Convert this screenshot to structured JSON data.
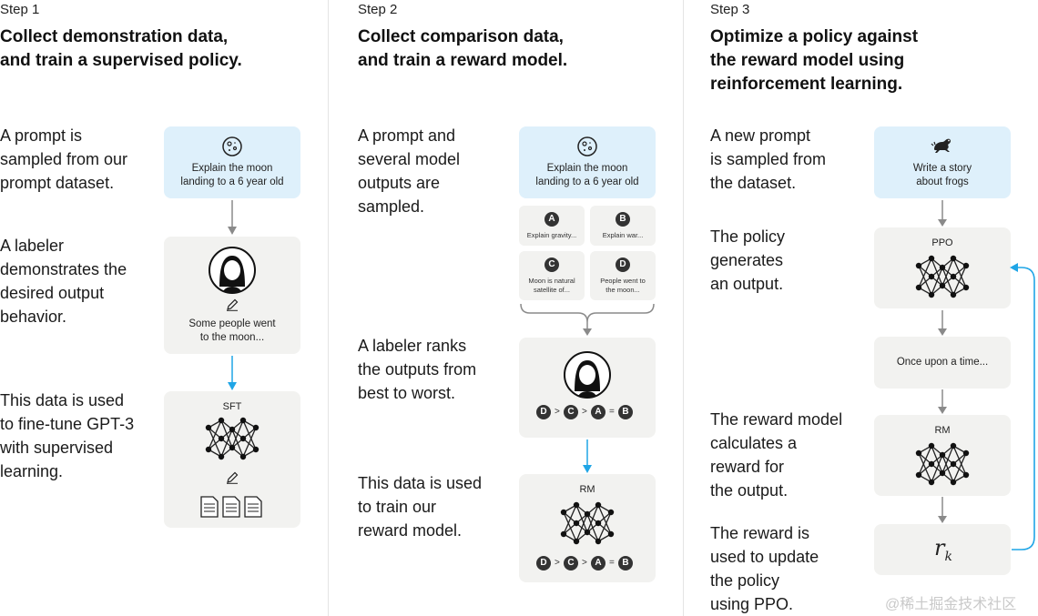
{
  "steps": [
    {
      "label": "Step 1",
      "heading": "Collect demonstration data,\nand train a supervised policy.",
      "descriptions": [
        "A prompt is\nsampled from our\nprompt dataset.",
        "A labeler\ndemonstrates the\ndesired output\nbehavior.",
        "This data is used\nto fine-tune GPT-3\nwith supervised\nlearning."
      ],
      "prompt_text": "Explain the moon\nlanding to a 6 year old",
      "demo_text": "Some people went\nto the moon...",
      "model_label": "SFT"
    },
    {
      "label": "Step 2",
      "heading": "Collect comparison data,\nand train a reward model.",
      "descriptions": [
        "A prompt and\nseveral model\noutputs are\nsampled.",
        "A labeler ranks\nthe outputs from\nbest to worst.",
        "This data is used\nto train our\nreward model."
      ],
      "prompt_text": "Explain the moon\nlanding to a 6 year old",
      "outputs": [
        {
          "letter": "A",
          "text": "Explain gravity..."
        },
        {
          "letter": "B",
          "text": "Explain war..."
        },
        {
          "letter": "C",
          "text": "Moon is natural\nsatellite of..."
        },
        {
          "letter": "D",
          "text": "People went to\nthe moon..."
        }
      ],
      "ranking": [
        "D",
        ">",
        "C",
        ">",
        "A",
        "=",
        "B"
      ],
      "model_label": "RM"
    },
    {
      "label": "Step 3",
      "heading": "Optimize a policy against\nthe reward model using\nreinforcement learning.",
      "descriptions": [
        "A new prompt\nis sampled from\nthe dataset.",
        "The policy\ngenerates\nan output.",
        "The reward model\ncalculates a\nreward for\nthe output.",
        "The reward is\nused to update\nthe policy\nusing PPO."
      ],
      "prompt_text": "Write a story\nabout frogs",
      "policy_label": "PPO",
      "output_text": "Once upon a time...",
      "model_label": "RM",
      "reward_symbol": "r",
      "reward_subscript": "k"
    }
  ],
  "watermark": "@稀土掘金技术社区",
  "colors": {
    "prompt_box": "#def0fb",
    "box": "#f2f2f0",
    "arrow_gray": "#8a8a8a",
    "arrow_blue": "#1fa5e6"
  }
}
